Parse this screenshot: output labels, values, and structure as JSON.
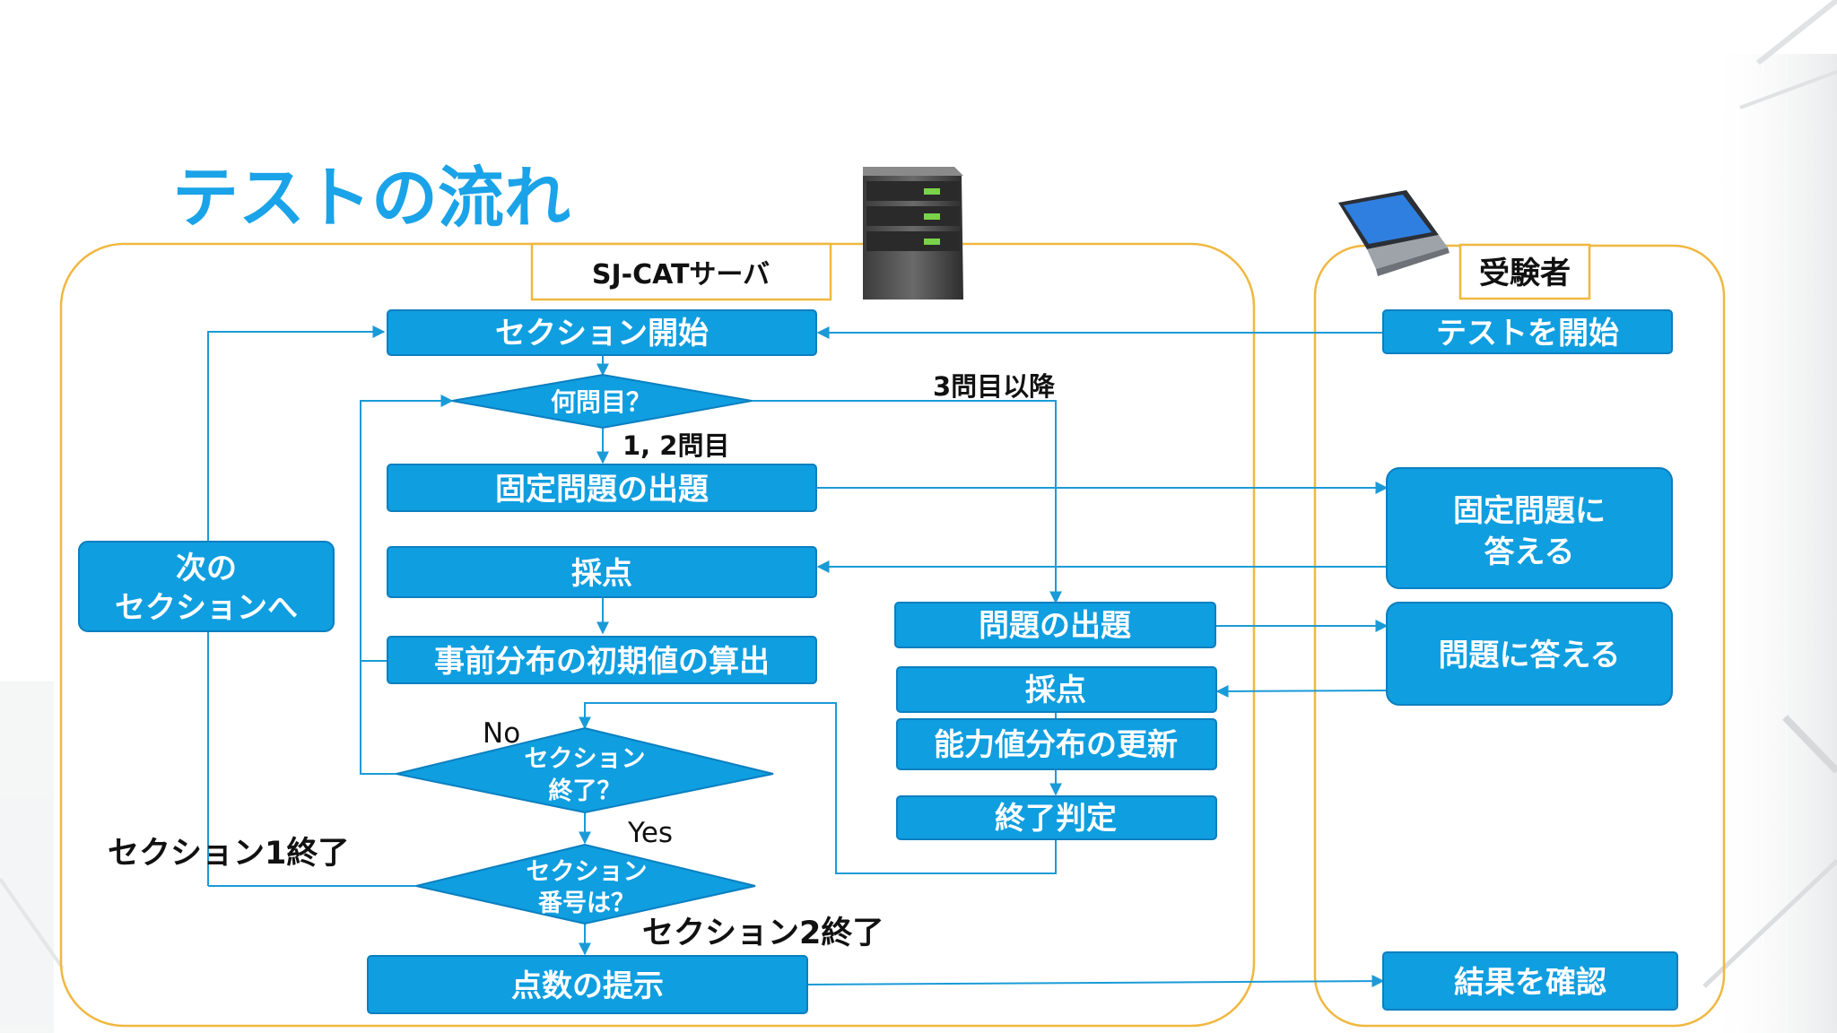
{
  "title": "テストの流れ",
  "server_label": "SJ-CATサーバ",
  "examinee_label": "受験者",
  "colors": {
    "box": "#0f9ee0",
    "box_border": "#0b7fc0",
    "line": "#1a9bd7",
    "title": "#1aa3e8",
    "frame": "#f0b840",
    "text_on_box": "#ffffff"
  },
  "boxes": {
    "section_start": "セクション開始",
    "fixed_question": "固定問題の出題",
    "scoring_1": "採点",
    "prior_calc": "事前分布の初期値の算出",
    "present_question": "問題の出題",
    "scoring_2": "採点",
    "ability_update": "能力値分布の更新",
    "end_judgement": "終了判定",
    "score_present": "点数の提示",
    "next_section_1": "次の",
    "next_section_2": "セクションへ",
    "start_test": "テストを開始",
    "answer_fixed_1": "固定問題に",
    "answer_fixed_2": "答える",
    "answer_question": "問題に答える",
    "check_result": "結果を確認"
  },
  "diamonds": {
    "which_question": "何問目？",
    "section_end_1": "セクション",
    "section_end_2": "終了？",
    "section_num_1": "セクション",
    "section_num_2": "番号は？"
  },
  "labels": {
    "q3_onward": "3問目以降",
    "q12": "1, 2問目",
    "no": "No",
    "yes": "Yes",
    "section1_end": "セクション1終了",
    "section2_end": "セクション2終了"
  }
}
